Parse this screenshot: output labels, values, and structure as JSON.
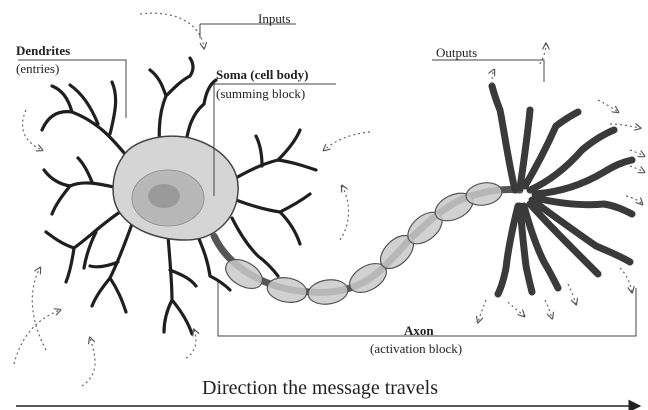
{
  "labels": {
    "inputs": "Inputs",
    "dendrites": "Dendrites",
    "dendrites_sub": "(entries)",
    "soma": "Soma (cell body)",
    "soma_sub": "(summing block)",
    "outputs": "Outputs",
    "axon": "Axon",
    "axon_sub": "(activation block)",
    "direction": "Direction the message travels"
  },
  "colors": {
    "dendrite": "#1f1f1f",
    "soma_fill": "#d5d5d5",
    "nucleus": "#b8b8b8",
    "nucleolus": "#9a9a9a",
    "myelin": "#c9c9c9",
    "axon_core": "#555555",
    "terminal": "#3a3a3a",
    "signal_dots": "#666666"
  }
}
